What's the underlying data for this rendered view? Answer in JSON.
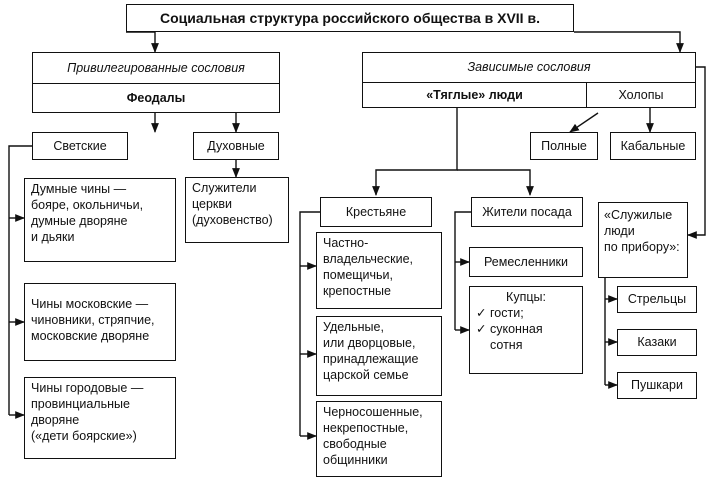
{
  "title": "Социальная структура российского общества в XVII в.",
  "privileged": {
    "label": "Привилегированные сословия",
    "feudals": "Феодалы",
    "secular": {
      "label": "Светские",
      "ranks": [
        {
          "text": "Думные чины —\nбояре, окольничьи,\nдумные дворяне\nи дьяки"
        },
        {
          "text": "Чины московские —\nчиновники, стряпчие,\nмосковские дворяне"
        },
        {
          "text": "Чины городовые —\nпровинциальные\nдворяне\n(«дети боярские»)"
        }
      ]
    },
    "clergy": {
      "label": "Духовные",
      "servants": "Служители\nцеркви\n(духовенство)"
    }
  },
  "dependent": {
    "label": "Зависимые сословия",
    "taxpayers": {
      "label": "«Тяглые» люди",
      "peasants": {
        "label": "Крестьяне",
        "groups": [
          {
            "text": "Частно-\nвладельческие,\nпомещичьи,\nкрепостные"
          },
          {
            "text": "Удельные,\nили дворцовые,\nпринадлежащие\nцарской семье"
          },
          {
            "text": "Черносошенные,\nнекрепостные,\nсвободные\nобщинники"
          }
        ]
      },
      "townspeople": {
        "label": "Жители посада",
        "artisans": "Ремесленники",
        "merchants": {
          "label": "Купцы:",
          "items": [
            "гости;",
            "суконная\nсотня"
          ]
        }
      }
    },
    "serfs": {
      "label": "Холопы",
      "full": "Полные",
      "bonded": "Кабальные"
    },
    "service": {
      "label": "«Служилые\nлюди\nпо прибору»:",
      "types": [
        "Стрельцы",
        "Казаки",
        "Пушкари"
      ]
    }
  },
  "check_mark": "✓"
}
